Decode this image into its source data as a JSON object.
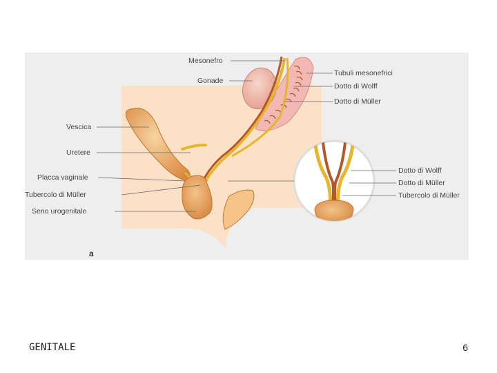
{
  "diagram": {
    "panel_letter": "a",
    "left_labels": {
      "vescica": "Vescica",
      "uretere": "Uretere",
      "placca_vaginale": "Placca vaginale",
      "tubercolo_muller": "Tubercolo di Müller",
      "seno_urogenitale": "Seno urogenitale"
    },
    "top_labels": {
      "mesonefro": "Mesonefro",
      "gonade": "Gonade"
    },
    "right_labels": {
      "tubuli_mesonefrici": "Tubuli mesonefrici",
      "dotto_wolff": "Dotto di Wolff",
      "dotto_muller": "Dotto di Müller"
    },
    "inset_labels": {
      "dotto_wolff": "Dotto di Wolff",
      "dotto_muller": "Dotto di Müller",
      "tubercolo_muller": "Tubercolo di Müller"
    }
  },
  "footer": {
    "title": "GENITALE",
    "page_number": "6"
  },
  "colors": {
    "panel_bg": "#eeeeee",
    "body_fill": "#fbe2c6",
    "organ": "#e8a35a",
    "duct_yellow": "#e6b530",
    "duct_red": "#b5562b",
    "mesonephros": "#f2b9b4"
  }
}
